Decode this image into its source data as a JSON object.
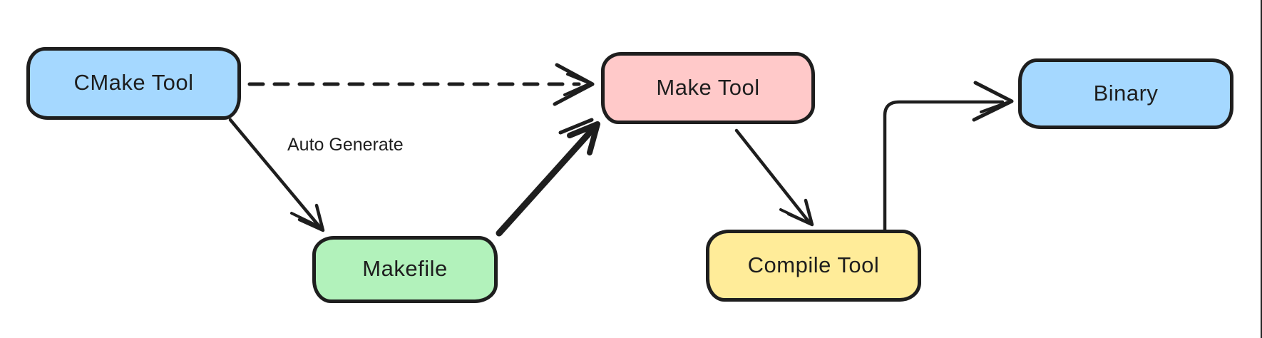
{
  "palette": {
    "stroke": "#1e1e1e",
    "blue_fill": "#a5d8ff",
    "green_fill": "#b2f2bb",
    "red_fill": "#ffc9c9",
    "yellow_fill": "#ffec99",
    "background": "#ffffff"
  },
  "diagram": {
    "nodes": [
      {
        "id": "cmake-tool",
        "label": "CMake Tool",
        "fill": "#a5d8ff"
      },
      {
        "id": "makefile",
        "label": "Makefile",
        "fill": "#b2f2bb"
      },
      {
        "id": "make-tool",
        "label": "Make Tool",
        "fill": "#ffc9c9"
      },
      {
        "id": "compile-tool",
        "label": "Compile Tool",
        "fill": "#ffec99"
      },
      {
        "id": "binary",
        "label": "Binary",
        "fill": "#a5d8ff"
      }
    ],
    "edges": [
      {
        "from": "CMake Tool",
        "to": "Make Tool",
        "style": "dashed",
        "arrowhead": "open-chevron",
        "label": ""
      },
      {
        "from": "CMake Tool",
        "to": "Makefile",
        "style": "solid",
        "arrowhead": "open",
        "label": "Auto Generate"
      },
      {
        "from": "Makefile",
        "to": "Make Tool",
        "style": "solid-thick",
        "arrowhead": "open",
        "label": ""
      },
      {
        "from": "Make Tool",
        "to": "Compile Tool",
        "style": "solid",
        "arrowhead": "open",
        "label": ""
      },
      {
        "from": "Compile Tool",
        "to": "Binary",
        "style": "solid-elbow",
        "arrowhead": "open-chevron",
        "label": ""
      }
    ]
  }
}
